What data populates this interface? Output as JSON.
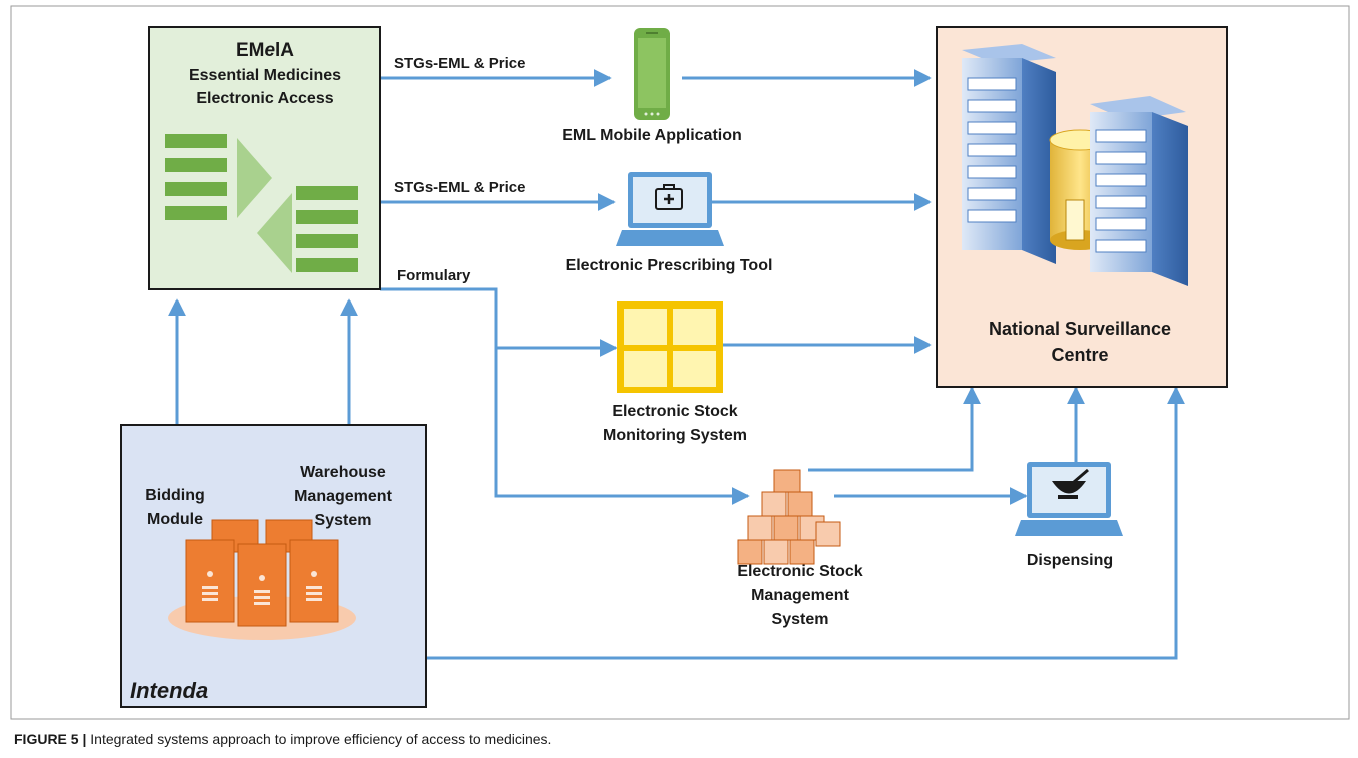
{
  "emela": {
    "title_prefix": "EM",
    "title_italic": "e",
    "title_suffix": "lA",
    "line1": "Essential Medicines",
    "line2": "Electronic Access"
  },
  "edges": {
    "stg1": "STGs-EML & Price",
    "stg2": "STGs-EML & Price",
    "formulary": "Formulary"
  },
  "nodes": {
    "mobile": "EML Mobile Application",
    "prescribing": "Electronic Prescribing Tool",
    "monitoring_l1": "Electronic Stock",
    "monitoring_l2": "Monitoring System",
    "stock_mgmt_l1": "Electronic Stock",
    "stock_mgmt_l2": "Management",
    "stock_mgmt_l3": "System",
    "dispensing": "Dispensing",
    "nsc_l1": "National Surveillance",
    "nsc_l2": "Centre"
  },
  "intenda": {
    "name": "Intenda",
    "bidding_l1": "Bidding",
    "bidding_l2": "Module",
    "warehouse_l1": "Warehouse",
    "warehouse_l2": "Management",
    "warehouse_l3": "System"
  },
  "caption": {
    "label": "FIGURE 5 |",
    "text": " Integrated systems approach to improve efficiency of access to medicines."
  },
  "colors": {
    "arrow": "#5b9bd5",
    "emela_fill": "#e2efda",
    "green": "#70ad47",
    "intenda_fill": "#dae3f3",
    "nsc_fill": "#fbe5d6",
    "gold": "#f5c400",
    "orange": "#ed7d31"
  }
}
